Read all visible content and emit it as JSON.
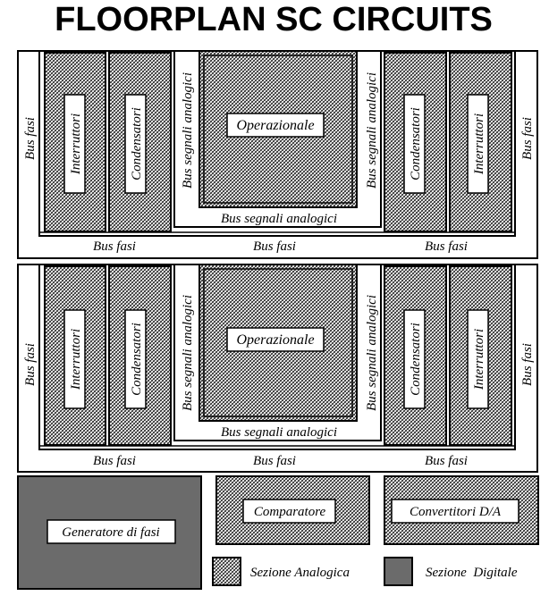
{
  "title": "FLOORPLAN SC CIRCUITS",
  "colors": {
    "hatch_line": "#111111",
    "digital_fill": "#6b6b6b",
    "outline": "#000000"
  },
  "blocks": [
    {
      "bus_left": "Bus fasi",
      "bus_right": "Bus fasi",
      "left_col1": "Interruttori",
      "left_col2": "Condensatori",
      "bus_vert_left": "Bus segnali analogici",
      "opamp": "Operazionale",
      "bus_vert_right": "Bus segnali analogici",
      "right_col1": "Condensatori",
      "right_col2": "Interruttori",
      "bus_bottom_inner": "Bus segnali analogici",
      "bus_bottom": [
        "Bus fasi",
        "Bus fasi",
        "Bus fasi"
      ]
    },
    {
      "bus_left": "Bus fasi",
      "bus_right": "Bus fasi",
      "left_col1": "Interruttori",
      "left_col2": "Condensatori",
      "bus_vert_left": "Bus segnali analogici",
      "opamp": "Operazionale",
      "bus_vert_right": "Bus segnali analogici",
      "right_col1": "Condensatori",
      "right_col2": "Interruttori",
      "bus_bottom_inner": "Bus segnali analogici",
      "bus_bottom": [
        "Bus fasi",
        "Bus fasi",
        "Bus fasi"
      ]
    }
  ],
  "generator": "Generatore di fasi",
  "comparator": "Comparatore",
  "converter": "Convertitori D/A",
  "legend": {
    "analog": "Sezione Analogica",
    "digital": "Sezione  Digitale"
  }
}
